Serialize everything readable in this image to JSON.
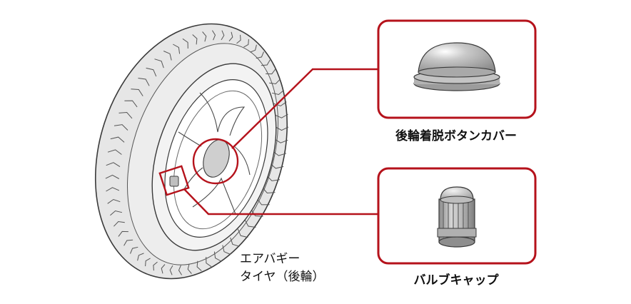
{
  "tire_label": {
    "line1": "エアバギー",
    "line2": "タイヤ（後輪）"
  },
  "parts": [
    {
      "name": "後輪着脱ボタンカバー",
      "icon": "button-cap-icon"
    },
    {
      "name": "バルブキャップ",
      "icon": "valve-cap-icon"
    }
  ],
  "colors": {
    "callout": "#b5121b",
    "tire": "#e6e6e6",
    "outline": "#3a3a3a",
    "part_fill": "#b8b8b8"
  }
}
